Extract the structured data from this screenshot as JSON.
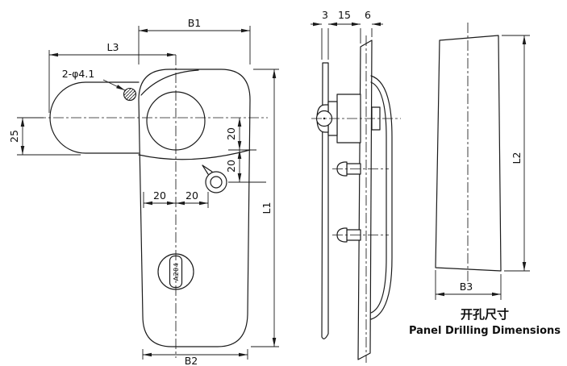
{
  "views": {
    "front": {
      "b1": "B1",
      "l3": "L3",
      "hole_callout": "2-φ4.1",
      "d25": "25",
      "d20_left": "20",
      "d20_right": "20",
      "d20_upper": "20",
      "d20_lower": "20",
      "l1": "L1",
      "b2": "B2",
      "key_code": "A204"
    },
    "side": {
      "d3": "3",
      "d15": "15",
      "d6": "6"
    },
    "panel": {
      "l2": "L2",
      "b3": "B3",
      "caption_zh": "开孔尺寸",
      "caption_en": "Panel Drilling Dimensions"
    }
  },
  "colors": {
    "line": "#1b1b1b",
    "background": "#ffffff"
  }
}
